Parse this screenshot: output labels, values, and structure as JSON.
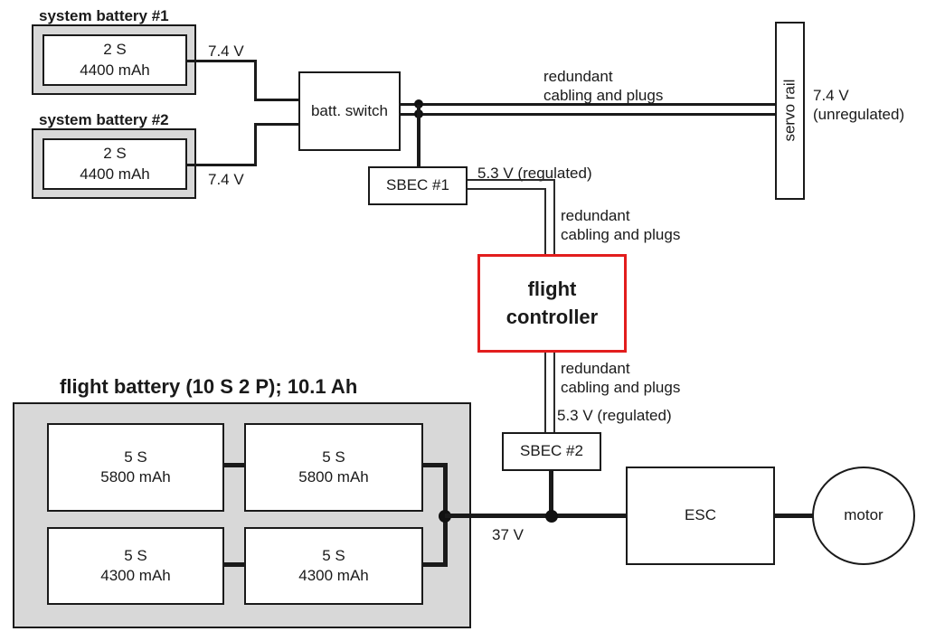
{
  "system_battery_1": {
    "title": "system battery #1",
    "cell_text": "2 S\n4400 mAh",
    "voltage": "7.4 V"
  },
  "system_battery_2": {
    "title": "system battery #2",
    "cell_text": "2 S\n4400 mAh",
    "voltage": "7.4 V"
  },
  "batt_switch": {
    "label": "batt. switch"
  },
  "servo_rail": {
    "label": "servo rail",
    "voltage": "7.4 V\n(unregulated)"
  },
  "sbec_1": {
    "label": "SBEC #1",
    "output": "5.3 V (regulated)"
  },
  "sbec_2": {
    "label": "SBEC #2",
    "output": "5.3 V (regulated)"
  },
  "flight_controller": {
    "label": "flight\ncontroller"
  },
  "redundant_top": "redundant\ncabling and plugs",
  "redundant_mid": "redundant\ncabling and plugs",
  "redundant_bottom": "redundant\ncabling and plugs",
  "flight_battery": {
    "title": "flight battery (10 S 2 P); 10.1 Ah",
    "cells": [
      "5 S\n5800 mAh",
      "5 S\n5800 mAh",
      "5 S\n4300 mAh",
      "5 S\n4300 mAh"
    ],
    "output_voltage": "37 V"
  },
  "esc": {
    "label": "ESC"
  },
  "motor": {
    "label": "motor"
  },
  "colors": {
    "wire": "#1a1a1a",
    "battery_fill": "#d8d8d8",
    "controller_border": "#e21d1d"
  }
}
